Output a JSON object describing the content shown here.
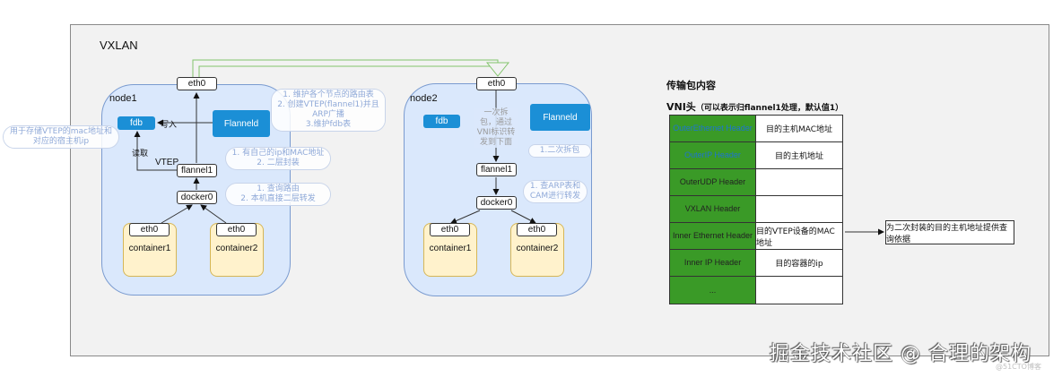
{
  "diagram": {
    "title": "VXLAN",
    "colors": {
      "frame_bg": "#f2f2f2",
      "node_bg": "#dae8fc",
      "flanneld_bg": "#1b8fd6",
      "container_bg": "#fff2cc",
      "table_header_bg": "#3a9a27",
      "tunnel_line": "#82c46c",
      "cloud_text": "#8fa9d8"
    },
    "node1": {
      "label": "node1",
      "eth0": "eth0",
      "fdb": "fdb",
      "flanneld": "Flanneld",
      "flannel1": "flannel1",
      "vtep_label": "VTEP",
      "docker0": "docker0",
      "write_label": "写入",
      "read_label": "读取",
      "containers": [
        {
          "eth": "eth0",
          "name": "container1"
        },
        {
          "eth": "eth0",
          "name": "container2"
        }
      ],
      "notes": {
        "fdb_note": "用于存储VTEP的mac地址和对应的宿主机ip",
        "flanneld_note": [
          "1. 维护各个节点的路由表",
          "2. 创建VTEP(flannel1)并且ARP广播",
          "3.维护fdb表"
        ],
        "flannel1_note": [
          "1. 有自己的ip和MAC地址",
          "2. 二层封装"
        ],
        "docker0_note": [
          "1. 查询路由",
          "2. 本机直接二层转发"
        ]
      }
    },
    "node2": {
      "label": "node2",
      "eth0": "eth0",
      "fdb": "fdb",
      "flanneld": "Flanneld",
      "flannel1": "flannel1",
      "docker0": "docker0",
      "containers": [
        {
          "eth": "eth0",
          "name": "container1"
        },
        {
          "eth": "eth0",
          "name": "container2"
        }
      ],
      "notes": {
        "eth0_note": [
          "一次拆",
          "包，通过",
          "VNI标识转",
          "发到下面"
        ],
        "flannel1_note": [
          "1.二次拆包"
        ],
        "docker0_note": [
          "1. 查ARP表和",
          "CAM进行转发"
        ]
      }
    },
    "packet": {
      "section_title": "传输包内容",
      "vni_title": "VNI头",
      "vni_note": "（可以表示归flannel1处理，默认值1）",
      "rows": [
        {
          "header": "OuterEthernet Header",
          "desc": "目的主机MAC地址",
          "link": true
        },
        {
          "header": "OuterIP Header",
          "desc": "目的主机地址",
          "link": true
        },
        {
          "header": "OuterUDP Header",
          "desc": "",
          "link": false
        },
        {
          "header": "VXLAN Header",
          "desc": "",
          "link": false
        },
        {
          "header": "Inner Ethernet Header",
          "desc": "目的VTEP设备的MAC地址",
          "link": false
        },
        {
          "header": "Inner IP Header",
          "desc": "目的容器的ip",
          "link": false
        },
        {
          "header": "...",
          "desc": "",
          "link": false
        }
      ],
      "callout": "为二次封装的目的主机地址提供查询依据"
    },
    "watermark": "掘金技术社区 @ 合理的架构",
    "watermark_small": "@51CTO博客"
  }
}
